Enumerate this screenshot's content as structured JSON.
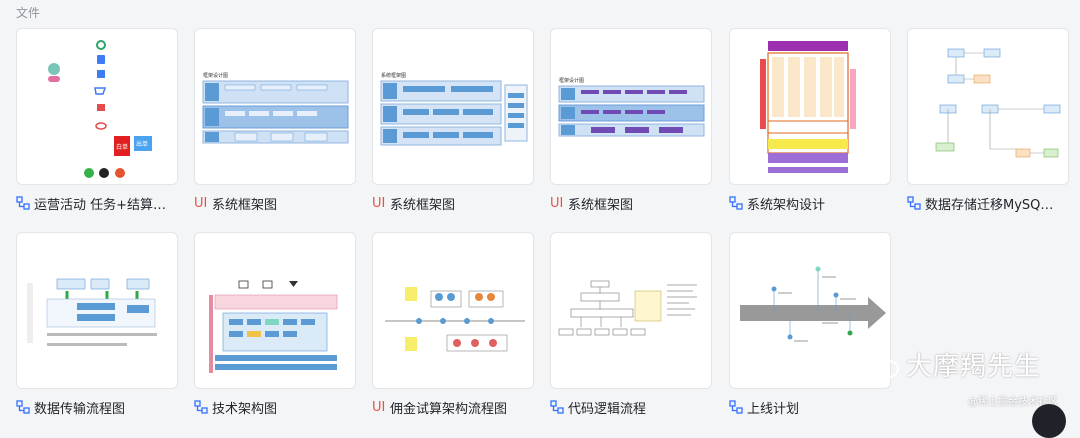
{
  "section": {
    "title": "文件"
  },
  "files": [
    {
      "name": "运营活动 任务+结算…",
      "type": "flow",
      "prefix": ""
    },
    {
      "name": "系统框架图",
      "type": "ui",
      "prefix": "UI"
    },
    {
      "name": "系统框架图",
      "type": "ui",
      "prefix": "UI"
    },
    {
      "name": "系统框架图",
      "type": "ui",
      "prefix": "UI"
    },
    {
      "name": "系统架构设计",
      "type": "flow",
      "prefix": ""
    },
    {
      "name": "数据存储迁移MySQ…",
      "type": "flow",
      "prefix": ""
    },
    {
      "name": "数据传输流程图",
      "type": "flow",
      "prefix": ""
    },
    {
      "name": "技术架构图",
      "type": "flow",
      "prefix": ""
    },
    {
      "name": "佣金试算架构流程图",
      "type": "ui",
      "prefix": "UI"
    },
    {
      "name": "代码逻辑流程",
      "type": "flow",
      "prefix": ""
    },
    {
      "name": "上线计划",
      "type": "flow",
      "prefix": ""
    }
  ],
  "thumbnails": {
    "t1_btn1": "白单",
    "t1_btn2": "出单",
    "t2_title": "框架设计图",
    "t3_title": "系统框架图",
    "t4_title": "框架设计图"
  },
  "watermark": {
    "text": "大摩羯先生",
    "sub": "@稀土掘金技术社区"
  },
  "colors": {
    "accent": "#3370ff",
    "ui_mark": "#e8523f",
    "blue_block": "#5b9bd5"
  }
}
